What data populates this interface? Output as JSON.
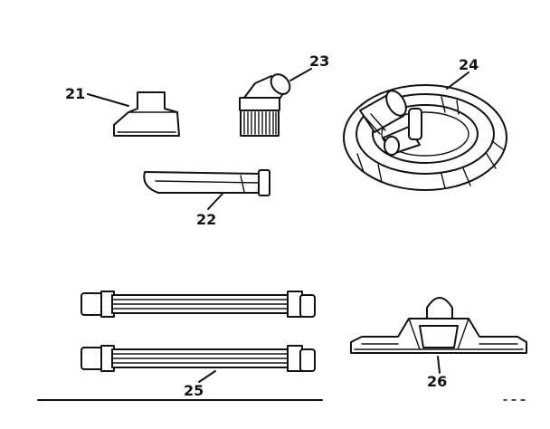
{
  "diagram": {
    "parts": [
      {
        "id": "21",
        "label": "21"
      },
      {
        "id": "22",
        "label": "22"
      },
      {
        "id": "23",
        "label": "23"
      },
      {
        "id": "24",
        "label": "24"
      },
      {
        "id": "25",
        "label": "25"
      },
      {
        "id": "26",
        "label": "26"
      }
    ],
    "colors": {
      "line": "#111111",
      "background": "#ffffff"
    }
  }
}
